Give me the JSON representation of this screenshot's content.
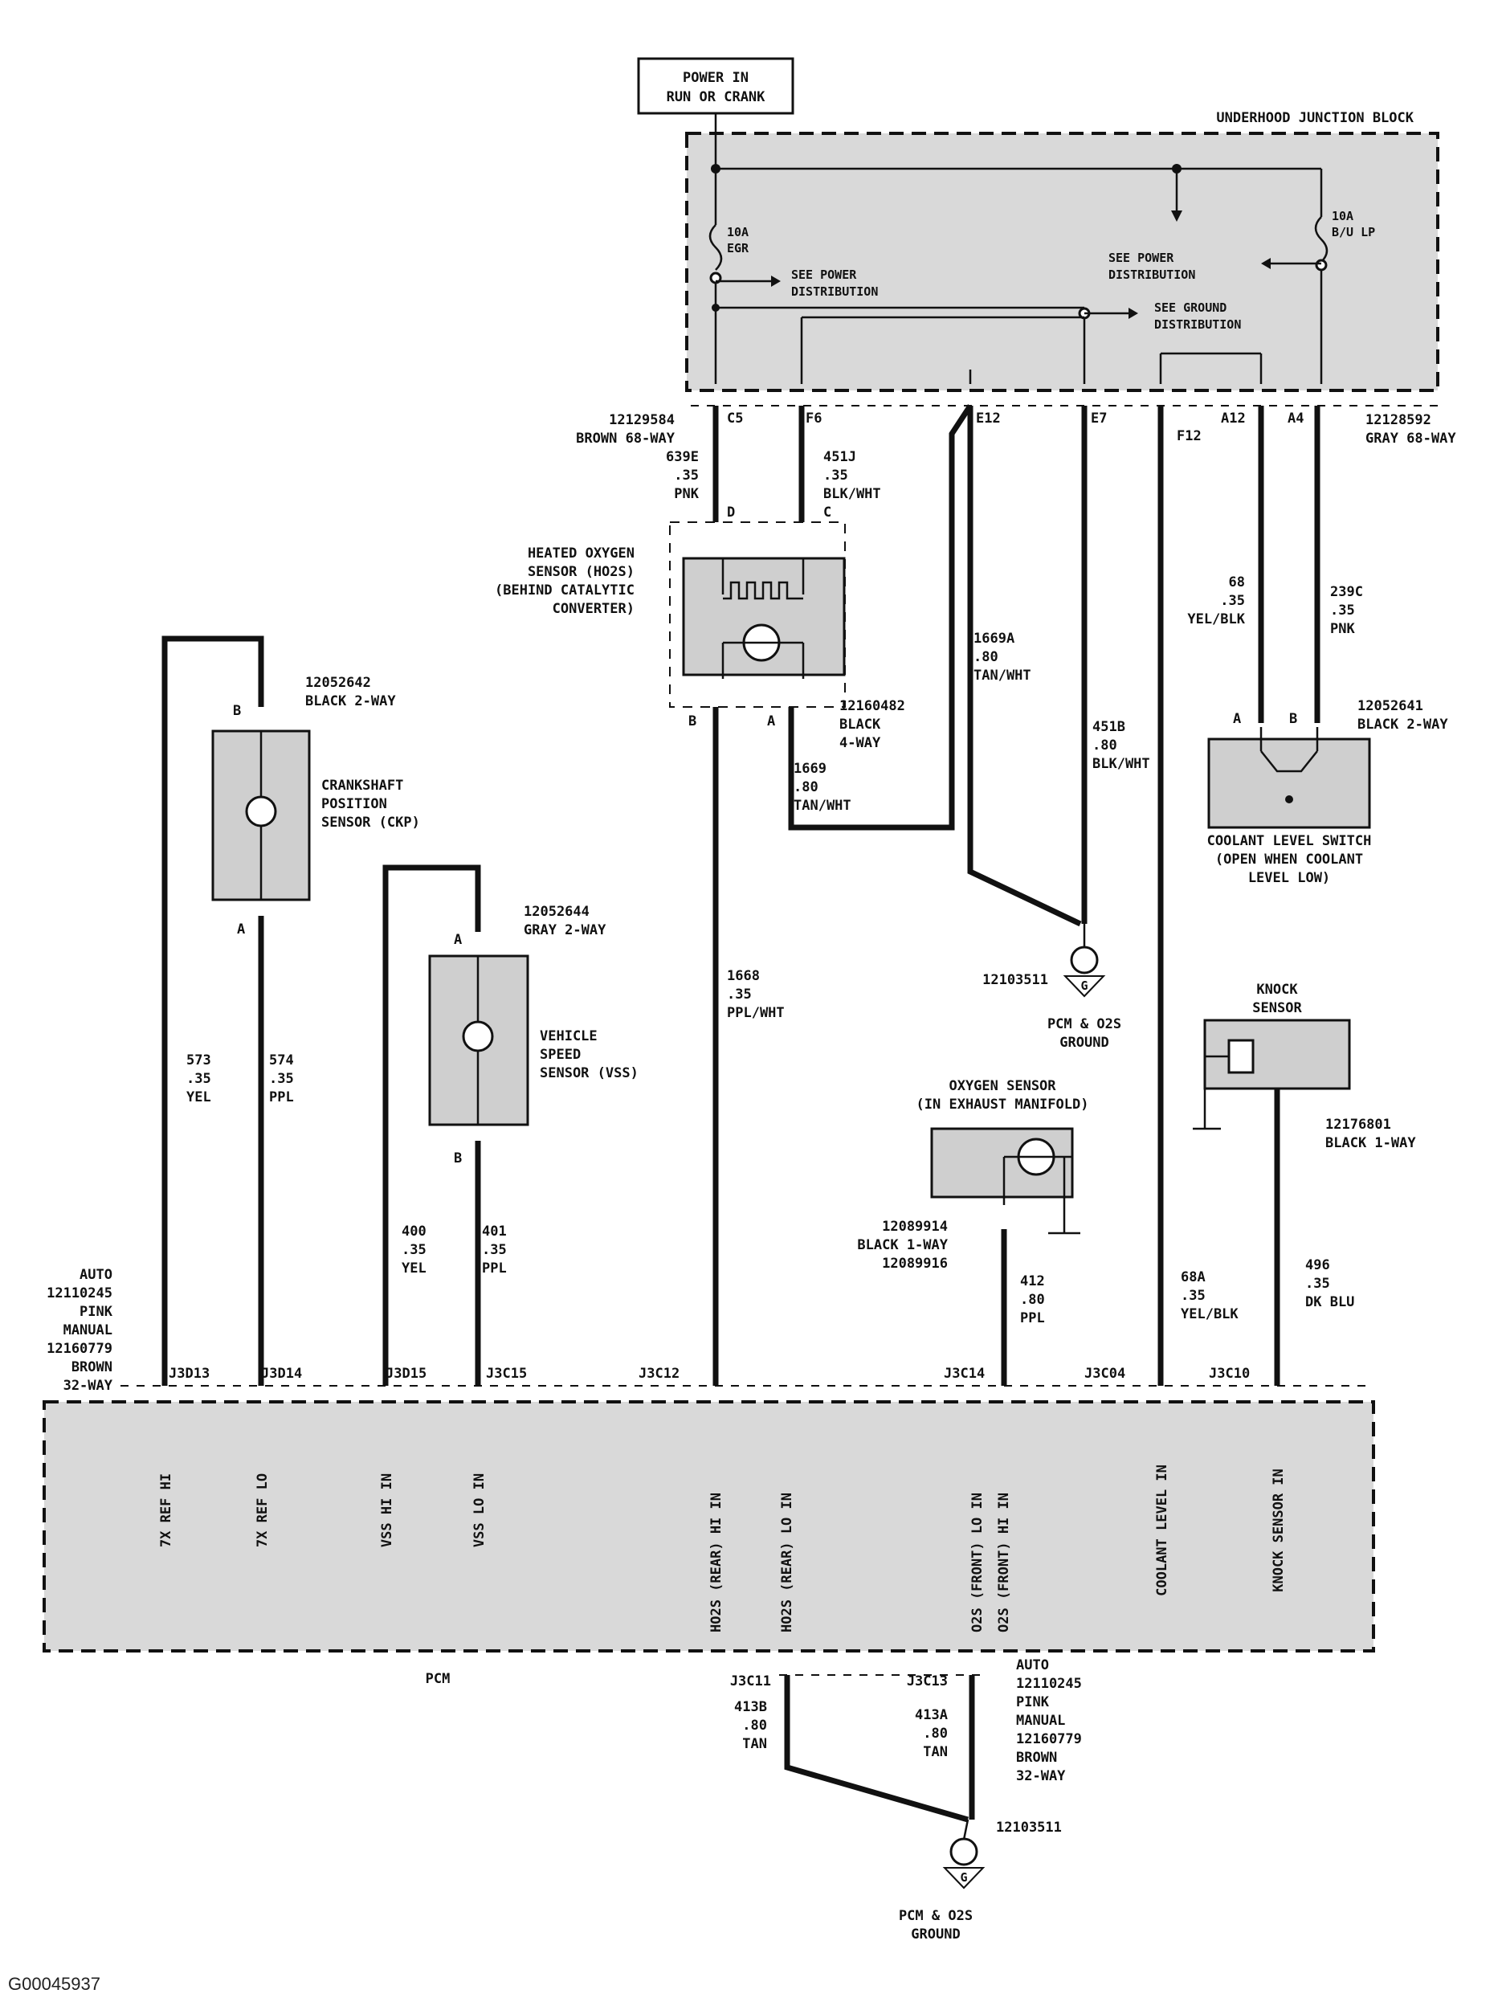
{
  "power_box": {
    "line1": "POWER IN",
    "line2": "RUN OR CRANK"
  },
  "junction_block": {
    "title": "UNDERHOOD JUNCTION BLOCK",
    "fuse_egr": {
      "line1": "10A",
      "line2": "EGR"
    },
    "fuse_bu": {
      "line1": "10A",
      "line2": "B/U LP"
    },
    "see_power_left": {
      "line1": "SEE POWER",
      "line2": "DISTRIBUTION"
    },
    "see_power_right": {
      "line1": "SEE POWER",
      "line2": "DISTRIBUTION"
    },
    "see_ground": {
      "line1": "SEE GROUND",
      "line2": "DISTRIBUTION"
    }
  },
  "connector_left": {
    "part": "12129584",
    "desc": "BROWN 68-WAY"
  },
  "connector_right": {
    "part": "12128592",
    "desc": "GRAY 68-WAY"
  },
  "jb_pins": {
    "c5": "C5",
    "f6": "F6",
    "e12": "E12",
    "e7": "E7",
    "f12": "F12",
    "a12": "A12",
    "a4": "A4"
  },
  "wires": {
    "w639e": {
      "num": "639E",
      "gauge": ".35",
      "color": "PNK"
    },
    "w451j": {
      "num": "451J",
      "gauge": ".35",
      "color": "BLK/WHT"
    },
    "w1669a": {
      "num": "1669A",
      "gauge": ".80",
      "color": "TAN/WHT"
    },
    "w451b": {
      "num": "451B",
      "gauge": ".80",
      "color": "BLK/WHT"
    },
    "w68": {
      "num": "68",
      "gauge": ".35",
      "color": "YEL/BLK"
    },
    "w239c": {
      "num": "239C",
      "gauge": ".35",
      "color": "PNK"
    },
    "w1669": {
      "num": "1669",
      "gauge": ".80",
      "color": "TAN/WHT"
    },
    "w1668": {
      "num": "1668",
      "gauge": ".35",
      "color": "PPL/WHT"
    },
    "w573": {
      "num": "573",
      "gauge": ".35",
      "color": "YEL"
    },
    "w574": {
      "num": "574",
      "gauge": ".35",
      "color": "PPL"
    },
    "w400": {
      "num": "400",
      "gauge": ".35",
      "color": "YEL"
    },
    "w401": {
      "num": "401",
      "gauge": ".35",
      "color": "PPL"
    },
    "w412": {
      "num": "412",
      "gauge": ".80",
      "color": "PPL"
    },
    "w68a": {
      "num": "68A",
      "gauge": ".35",
      "color": "YEL/BLK"
    },
    "w496": {
      "num": "496",
      "gauge": ".35",
      "color": "DK BLU"
    },
    "w413b": {
      "num": "413B",
      "gauge": ".80",
      "color": "TAN"
    },
    "w413a": {
      "num": "413A",
      "gauge": ".80",
      "color": "TAN"
    }
  },
  "ho2s": {
    "line1": "HEATED OXYGEN",
    "line2": "SENSOR (HO2S)",
    "line3": "(BEHIND CATALYTIC",
    "line4": "CONVERTER)",
    "pin_d": "D",
    "pin_c": "C",
    "pin_b": "B",
    "pin_a": "A",
    "conn_part": "12160482",
    "conn_line2": "BLACK",
    "conn_line3": "4-WAY"
  },
  "ckp": {
    "line1": "CRANKSHAFT",
    "line2": "POSITION",
    "line3": "SENSOR (CKP)",
    "conn_part": "12052642",
    "conn_desc": "BLACK 2-WAY",
    "pin_b": "B",
    "pin_a": "A"
  },
  "vss": {
    "line1": "VEHICLE",
    "line2": "SPEED",
    "line3": "SENSOR (VSS)",
    "conn_part": "12052644",
    "conn_desc": "GRAY 2-WAY",
    "pin_a": "A",
    "pin_b": "B"
  },
  "coolant": {
    "line1": "COOLANT  LEVEL  SWITCH",
    "line2": "(OPEN WHEN COOLANT",
    "line3": "LEVEL LOW)",
    "conn_part": "12052641",
    "conn_desc": "BLACK 2-WAY",
    "pin_a": "A",
    "pin_b": "B"
  },
  "ground_top": {
    "part": "12103511",
    "line1": "PCM & O2S",
    "line2": "GROUND",
    "symbol": "G"
  },
  "ground_bottom": {
    "part": "12103511",
    "line1": "PCM & O2S",
    "line2": "GROUND",
    "symbol": "G"
  },
  "knock": {
    "line1": "KNOCK",
    "line2": "SENSOR",
    "conn_part": "12176801",
    "conn_desc": "BLACK 1-WAY"
  },
  "o2s": {
    "line1": "OXYGEN  SENSOR",
    "line2": "(IN EXHAUST MANIFOLD)",
    "conn_part1": "12089914",
    "conn_desc": "BLACK 1-WAY",
    "conn_part2": "12089916"
  },
  "pcm_conn_left": {
    "l1": "AUTO",
    "l2": "12110245",
    "l3": "PINK",
    "l4": "MANUAL",
    "l5": "12160779",
    "l6": "BROWN",
    "l7": "32-WAY"
  },
  "pcm_conn_bottom": {
    "l1": "AUTO",
    "l2": "12110245",
    "l3": "PINK",
    "l4": "MANUAL",
    "l5": "12160779",
    "l6": "BROWN",
    "l7": "32-WAY"
  },
  "pcm_terminals": {
    "j3d13": "J3D13",
    "j3d14": "J3D14",
    "j3d15": "J3D15",
    "j3c15": "J3C15",
    "j3c12": "J3C12",
    "j3c14": "J3C14",
    "j3c04": "J3C04",
    "j3c10": "J3C10",
    "j3c11": "J3C11",
    "j3c13": "J3C13"
  },
  "pcm": {
    "name": "PCM",
    "pins": {
      "p1": "7X REF HI",
      "p2": "7X REF LO",
      "p3": "VSS HI IN",
      "p4": "VSS LO IN",
      "p5": "HO2S (REAR) HI IN",
      "p6": "HO2S (REAR) LO IN",
      "p7": "O2S (FRONT) LO IN",
      "p8": "O2S (FRONT) HI IN",
      "p9": "COOLANT LEVEL IN",
      "p10": "KNOCK SENSOR IN"
    }
  },
  "footer_code": "G00045937"
}
